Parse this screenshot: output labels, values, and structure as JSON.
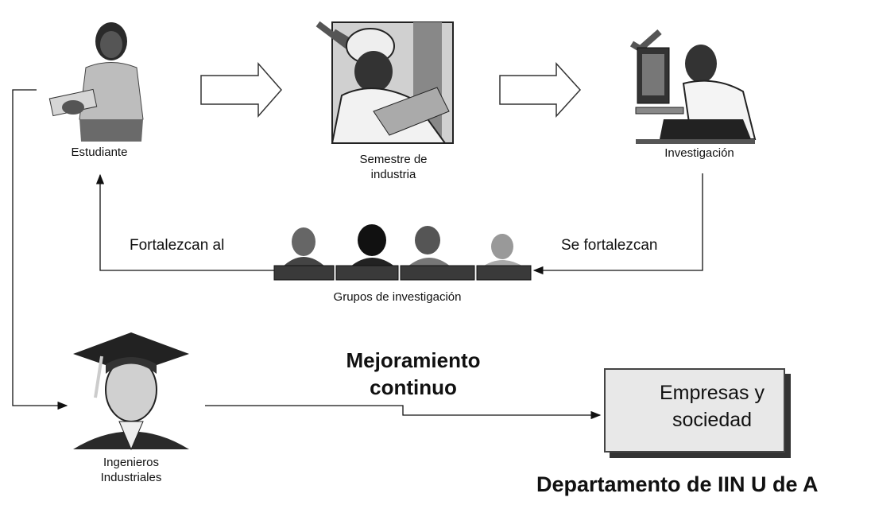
{
  "nodes": {
    "student": "Estudiante",
    "industry_semester": "Semestre de\nindustria",
    "research": "Investigación",
    "research_groups": "Grupos de investigación",
    "engineers": "Ingenieros\nIndustriales",
    "companies": "Empresas y\nsociedad"
  },
  "edges": {
    "strengthen_student": "Fortalezcan al",
    "strengthened": "Se fortalezcan",
    "continuous_improvement": "Mejoramiento\ncontinuo"
  },
  "footer": "Departamento de IIN U de A"
}
